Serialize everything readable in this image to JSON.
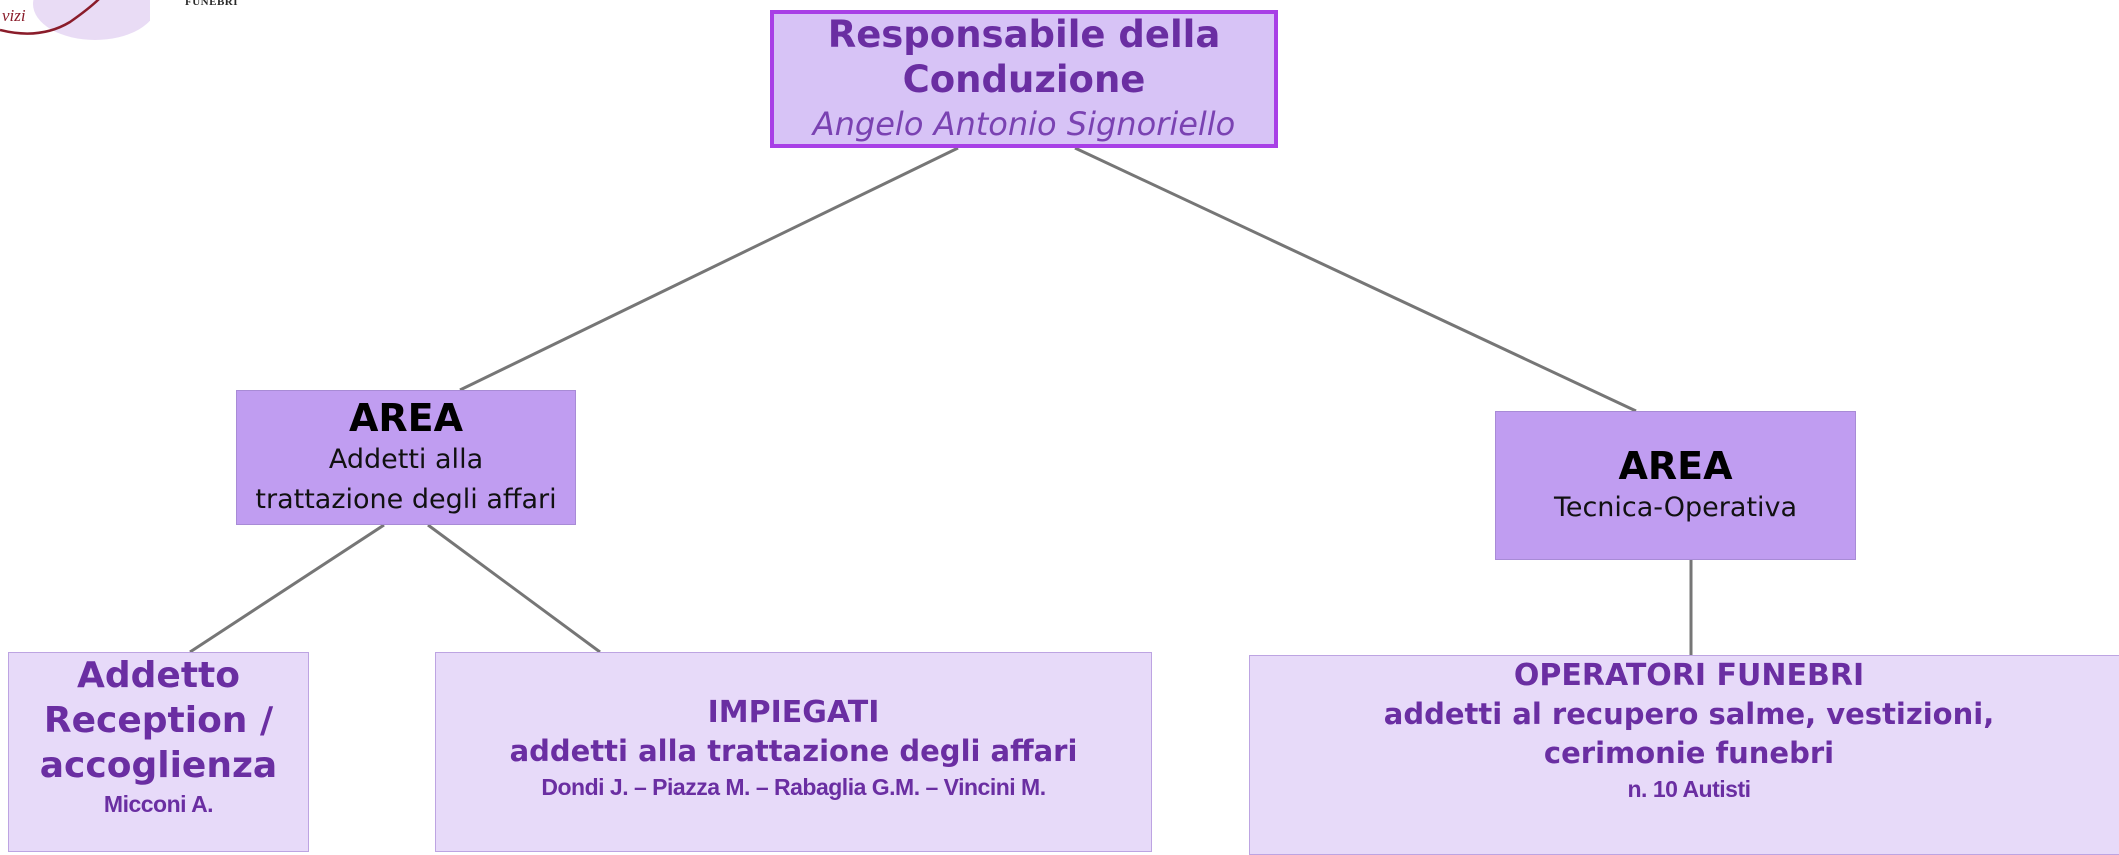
{
  "logo": {
    "word": "vizi",
    "caption": "FUNEBRI"
  },
  "top": {
    "title_line1": "Responsabile della",
    "title_line2": "Conduzione",
    "name": "Angelo Antonio Signoriello"
  },
  "area_left": {
    "title": "AREA",
    "line1": "Addetti alla",
    "line2": "trattazione degli affari"
  },
  "area_right": {
    "title": "AREA",
    "line1": "Tecnica-Operativa"
  },
  "reception": {
    "line1": "Addetto",
    "line2": "Reception /",
    "line3": "accoglienza",
    "person": "Micconi A."
  },
  "impiegati": {
    "title": "IMPIEGATI",
    "subtitle": "addetti alla trattazione degli affari",
    "people": "Dondi J. – Piazza M. – Rabaglia G.M. – Vincini M."
  },
  "operatori": {
    "title": "OPERATORI FUNEBRI",
    "line1": "addetti al recupero salme, vestizioni,",
    "line2": "cerimonie funebri",
    "note": "n. 10 Autisti"
  },
  "colors": {
    "top_fill": "#d7c3f6",
    "top_border": "#a83fe6",
    "area_fill": "#c09df1",
    "leaf_fill": "#e7daf9",
    "purple_text": "#6a2ea2",
    "connector": "#767676"
  }
}
